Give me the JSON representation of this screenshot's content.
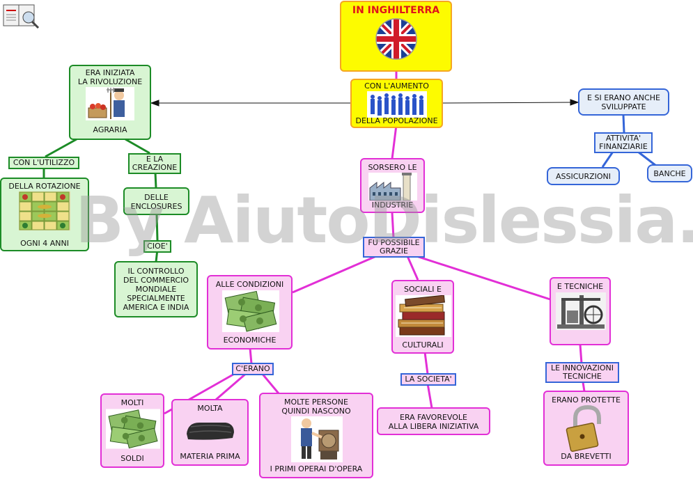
{
  "title": "IN INGHILTERRA",
  "watermark": "By AiutoDislessia.net",
  "center": {
    "line1": "CON L'AUMENTO",
    "line2": "DELLA POPOLAZIONE"
  },
  "left": {
    "agraria": {
      "line1": "ERA INIZIATA",
      "line2": "LA RIVOLUZIONE",
      "line3": "AGRARIA"
    },
    "utilizzo_label": "CON L'UTILIZZO",
    "rotazione": {
      "line1": "DELLA ROTAZIONE",
      "line2": "OGNI 4 ANNI"
    },
    "creazione_label": {
      "line1": "E LA",
      "line2": "CREAZIONE"
    },
    "enclosures": {
      "line1": "DELLE",
      "line2": "ENCLOSURES"
    },
    "cioe_label": "CIOE'",
    "controllo": {
      "line1": "IL CONTROLLO",
      "line2": "DEL COMMERCIO",
      "line3": "MONDIALE",
      "line4": "SPECIALMENTE",
      "line5": "AMERICA E INDIA"
    }
  },
  "right": {
    "sviluppate": {
      "line1": "E SI ERANO ANCHE",
      "line2": "SVILUPPATE"
    },
    "finanziarie": {
      "line1": "ATTIVITA'",
      "line2": "FINANZIARIE"
    },
    "assicurazioni": "ASSICURZIONI",
    "banche": "BANCHE"
  },
  "industrie": {
    "line1": "SORSERO LE",
    "line2": "INDUSTRIE"
  },
  "grazie_label": {
    "line1": "FU POSSIBILE",
    "line2": "GRAZIE"
  },
  "economiche": {
    "line1": "ALLE CONDIZIONI",
    "line2": "ECONOMICHE"
  },
  "erano_label": "C'ERANO",
  "soldi": {
    "line1": "MOLTI",
    "line2": "SOLDI"
  },
  "materia": {
    "line1": "MOLTA",
    "line2": "MATERIA PRIMA"
  },
  "operai": {
    "line1": "MOLTE PERSONE",
    "line2": "QUINDI NASCONO",
    "line3": "I PRIMI OPERAI D'OPERA"
  },
  "sociali": {
    "line1": "SOCIALI E",
    "line2": "CULTURALI"
  },
  "societa_label": "LA SOCIETA'",
  "favorevole": {
    "line1": "ERA FAVOREVOLE",
    "line2": "ALLA LIBERA INIZIATIVA"
  },
  "tecniche": {
    "line1": "E TECNICHE"
  },
  "innovazioni_label": {
    "line1": "LE INNOVAZIONI",
    "line2": "TECNICHE"
  },
  "brevetti": {
    "line1": "ERANO PROTETTE",
    "line2": "DA BREVETTI"
  },
  "colors": {
    "pink": "#e22fd6",
    "green": "#1c8b26",
    "blue": "#3465d8",
    "title_red": "#e0141a"
  }
}
